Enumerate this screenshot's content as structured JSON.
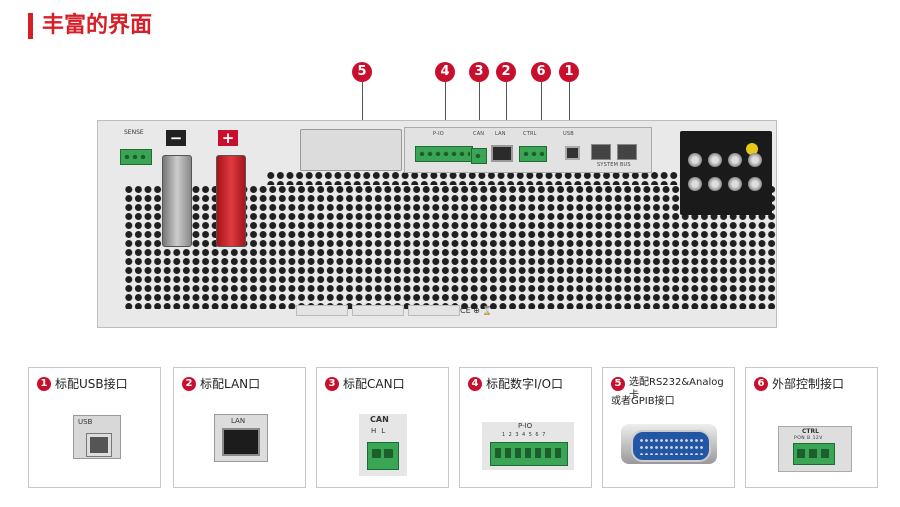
{
  "title": "丰富的界面",
  "callouts": [
    "5",
    "4",
    "3",
    "2",
    "6",
    "1"
  ],
  "panel": {
    "sense_label": "SENSE",
    "minus": "−",
    "plus": "+",
    "pio_label": "P-IO",
    "can_label": "CAN",
    "lan_label": "LAN",
    "ctrl_label": "CTRL",
    "usb_label": "USB",
    "sysbus_label": "SYSTEM BUS",
    "marks": "CE ⊕ ⌛"
  },
  "cards": [
    {
      "num": "1",
      "label": "标配USB接口",
      "icon": "usb-port"
    },
    {
      "num": "2",
      "label": "标配LAN口",
      "icon": "lan-port"
    },
    {
      "num": "3",
      "label": "标配CAN口",
      "icon": "can-port"
    },
    {
      "num": "4",
      "label": "标配数字I/O口",
      "icon": "pio-port"
    },
    {
      "num": "5",
      "label": "选配RS232&Analog卡",
      "sublabel": "或者GPIB接口",
      "icon": "gpib-port"
    },
    {
      "num": "6",
      "label": "外部控制接口",
      "icon": "ctrl-port"
    }
  ],
  "illustrations": {
    "usb_text": "USB",
    "lan_text": "LAN",
    "can_text": "CAN",
    "can_pins": "HL",
    "pio_text": "P-IO",
    "pio_pins": "1234567",
    "ctrl_text": "CTRL",
    "ctrl_pins": "PON  B  12V"
  }
}
